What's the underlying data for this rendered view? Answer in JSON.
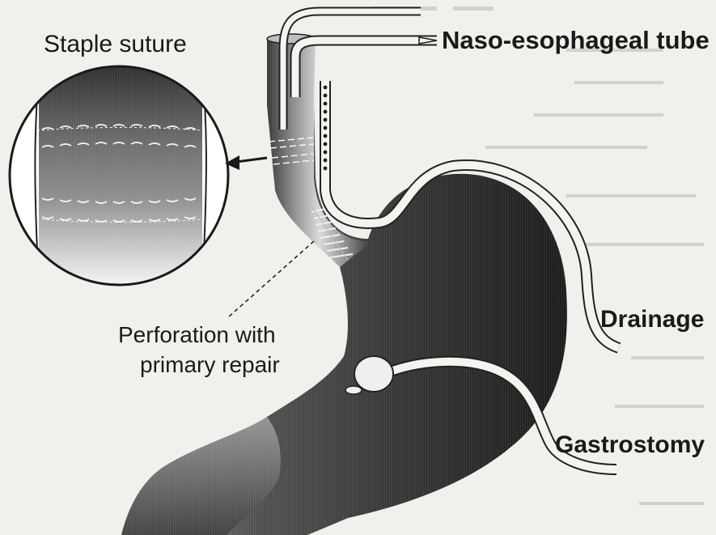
{
  "labels": {
    "staple_suture": "Staple suture",
    "naso_tube": "Naso-esophageal tube",
    "perforation_line1": "Perforation with",
    "perforation_line2": "primary repair",
    "drainage": "Drainage",
    "gastrostomy": "Gastrostomy"
  },
  "colors": {
    "background": "#f1f0ec",
    "ink": "#1a1a1a",
    "tube_fill": "#f4f3ef",
    "organ_dark": "#2b2b2b",
    "organ_light": "#e2e2e2"
  }
}
